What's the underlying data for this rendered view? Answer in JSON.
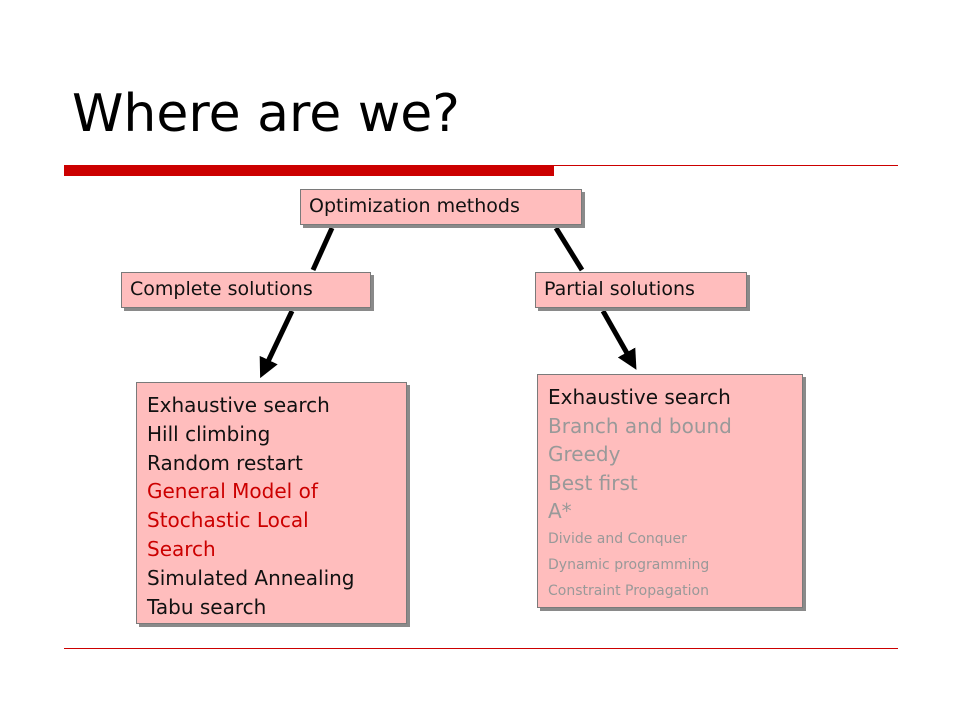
{
  "slide": {
    "title": "Where are we?"
  },
  "diagram": {
    "root": "Optimization methods",
    "left_branch": "Complete solutions",
    "right_branch": "Partial solutions",
    "left_list": [
      "Exhaustive search",
      "Hill climbing",
      "Random restart",
      "General Model of",
      "Stochastic Local",
      "Search",
      "Simulated Annealing",
      "Tabu search"
    ],
    "right_list": [
      "Exhaustive search",
      "Branch and bound",
      "Greedy",
      "Best first",
      "A*",
      "Divide and Conquer",
      "Dynamic programming",
      "Constraint Propagation"
    ]
  },
  "colors": {
    "accent_red": "#cc0000",
    "box_fill": "#ffbdbd",
    "muted_text": "#999999"
  }
}
